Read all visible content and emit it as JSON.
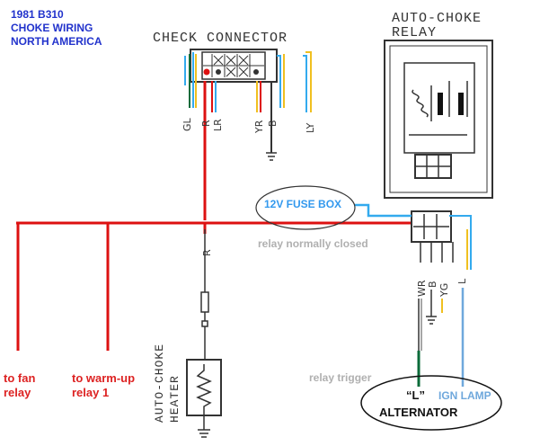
{
  "header": {
    "line1": "1981 B310",
    "line2": "CHOKE WIRING",
    "line3": "NORTH AMERICA"
  },
  "check_connector": {
    "title": "CHECK CONNECTOR",
    "wire_labels": [
      "GL",
      "R",
      "LR",
      "YR",
      "B",
      "LY"
    ]
  },
  "relay": {
    "title_line1": "AUTO-CHOKE",
    "title_line2": "RELAY",
    "wire_labels": [
      "WR",
      "B",
      "YG",
      "L"
    ]
  },
  "heater": {
    "title_line1": "AUTO-CHOKE",
    "title_line2": "HEATER",
    "wire_label": "R"
  },
  "annotations": {
    "fuse_box": "12V FUSE BOX",
    "normally_closed": "relay normally closed",
    "relay_trigger": "relay trigger",
    "to_fan_line1": "to fan",
    "to_fan_line2": "relay",
    "to_warmup_line1": "to warm-up",
    "to_warmup_line2": "relay 1",
    "alt_l": "“L”",
    "ign_lamp": "IGN LAMP",
    "alternator": "ALTERNATOR"
  },
  "colors": {
    "red_wire": "#dd1111",
    "blue_text": "#2233cc",
    "cyan_wire": "#33aaee",
    "yellow_wire": "#f0c020",
    "green_wire": "#0a6b3a",
    "diagram_line": "#333333"
  }
}
